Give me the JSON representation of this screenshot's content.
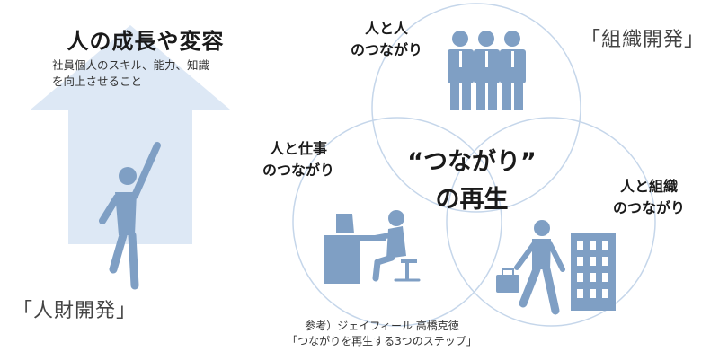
{
  "left_panel": {
    "title": "人の成長や変容",
    "subtitle_line1": "社員個人のスキル、能力、知識",
    "subtitle_line2": "を向上させること",
    "bracket_label": "「人財開発」"
  },
  "right_panel": {
    "bracket_label": "「組織開発」",
    "circles": {
      "top_line1": "人と人",
      "top_line2": "のつながり",
      "left_line1": "人と仕事",
      "left_line2": "のつながり",
      "right_line1": "人と組織",
      "right_line2": "のつながり"
    },
    "center_line1": "“つながり”",
    "center_line2": "の再生"
  },
  "reference": {
    "line1": "参考）ジェイフィール 高橋克徳",
    "line2": "「つながりを再生する3つのステップ」"
  },
  "colors": {
    "figure_blue": "#7f9fc4",
    "arrow_blue": "#dde8f5",
    "circle_line": "#c5d6ea"
  }
}
